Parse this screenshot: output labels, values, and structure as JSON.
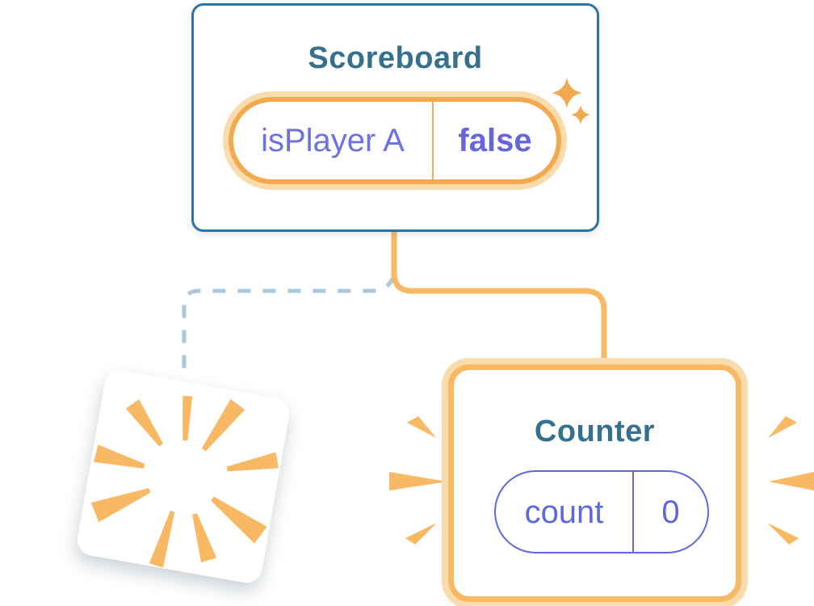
{
  "colors": {
    "card-bg": "#FFFFFF",
    "card-border-blue": "#2E74A3",
    "title-teal": "#35708E",
    "orange": "#F3A950",
    "orange-bright": "#F9B863",
    "orange-halo": "#F9DCAC",
    "purple": "#6C72E4",
    "purple-value": "#6565DD",
    "purple-dark": "#5C68DC",
    "dash-blue": "#A9C7DD"
  },
  "scoreboard": {
    "title": "Scoreboard",
    "state_pill": {
      "label": "isPlayer A",
      "value": "false"
    }
  },
  "counter": {
    "title": "Counter",
    "state_pill": {
      "label": "count",
      "value": "0"
    }
  },
  "icons": {
    "sparkles-icon": "✦ two four-point stars",
    "burst-icon": "orange wedges radiating from center (destroyed component)",
    "emphasis-marks-icon": "orange accent wedges flanking counter card"
  }
}
